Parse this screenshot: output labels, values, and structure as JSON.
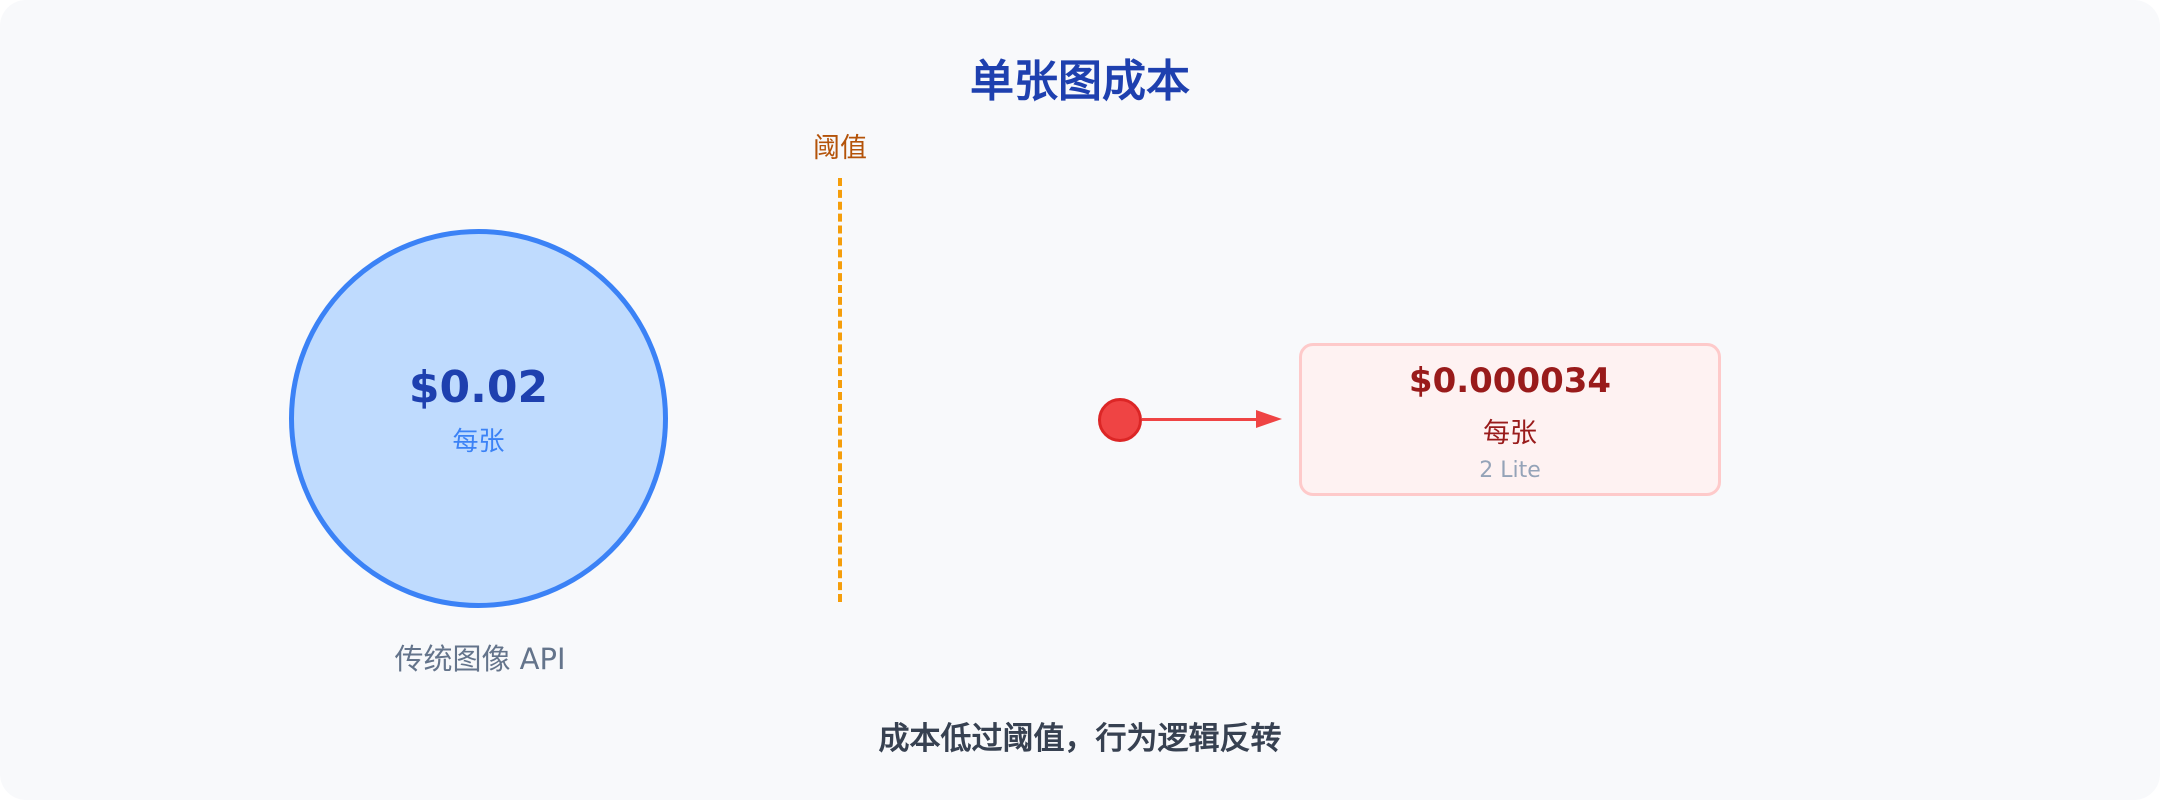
{
  "title": "单张图成本",
  "threshold": {
    "label": "阈值",
    "color": "#f59e0b"
  },
  "traditional": {
    "value": "$0.02",
    "unit": "每张",
    "caption": "传统图像 API",
    "fill": "#bfdbfe",
    "stroke": "#3b82f6"
  },
  "lite": {
    "value": "$0.000034",
    "unit": "每张",
    "sub": "2 Lite",
    "accent": "#ef4444"
  },
  "footer": "成本低过阈值，行为逻辑反转"
}
